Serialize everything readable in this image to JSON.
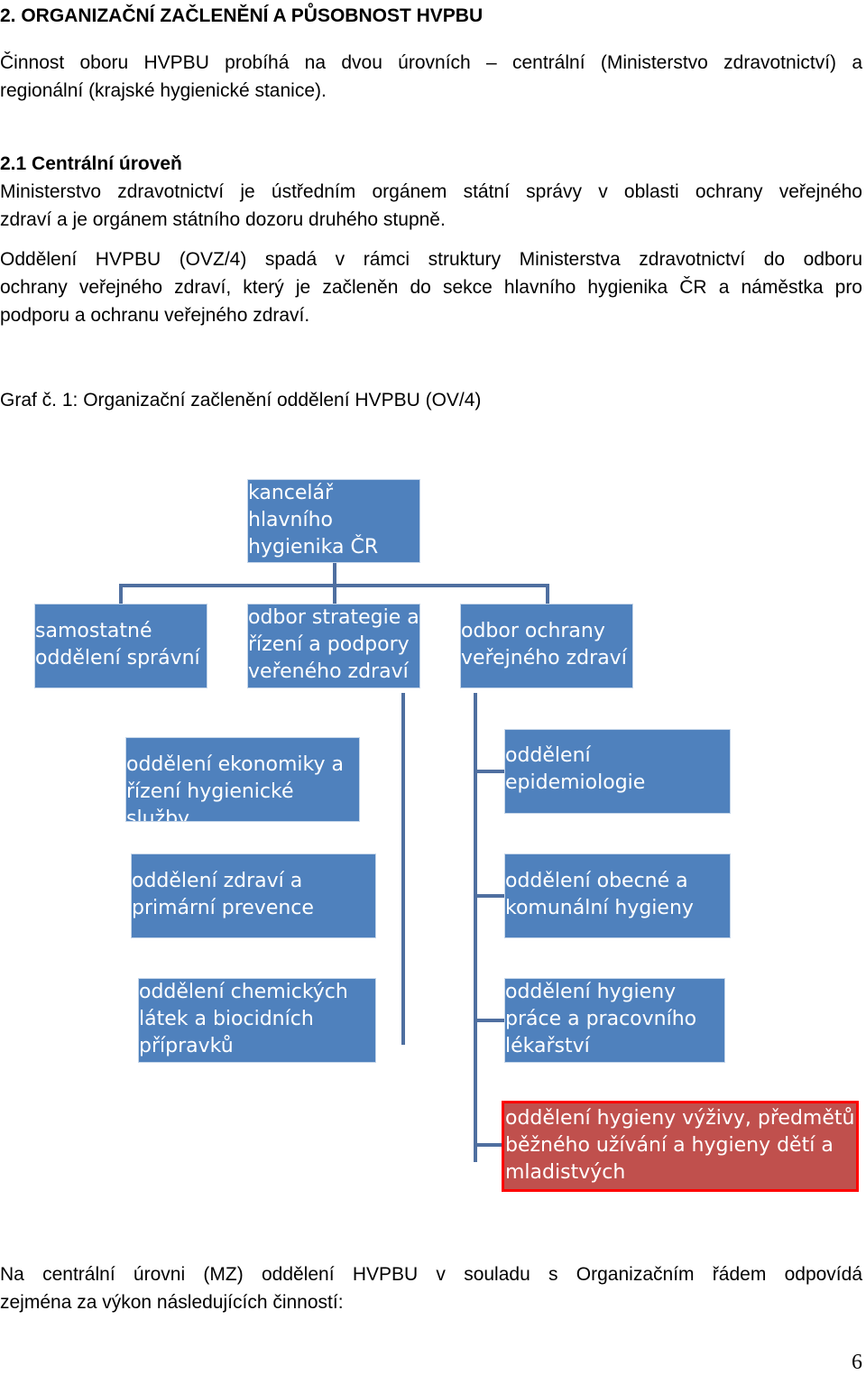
{
  "section_heading": "2. ORGANIZAČNÍ ZAČLENĚNÍ A PŮSOBNOST HVPBU",
  "intro": {
    "line1": "Činnost oboru HVPBU probíhá na dvou úrovních – centrální (Ministerstvo zdravotnictví) a",
    "line2": "regionální (krajské hygienické stanice)."
  },
  "subsection_heading": "2.1 Centrální úroveň",
  "para1": {
    "line1": "Ministerstvo zdravotnictví je ústředním orgánem státní správy v oblasti ochrany veřejného",
    "line2": "zdraví a je orgánem státního dozoru druhého stupně."
  },
  "para2": {
    "line1": "Oddělení HVPBU (OVZ/4) spadá v rámci struktury Ministerstva zdravotnictví do odboru",
    "line2": "ochrany veřejného zdraví, který je začleněn do sekce hlavního hygienika ČR a náměstka pro",
    "line3": "podporu a ochranu veřejného zdraví."
  },
  "figure_caption": "Graf č. 1: Organizační začlenění oddělení HVPBU (OV/4)",
  "org_chart": {
    "colors": {
      "box": "#4f81bd",
      "highlight": "#c0504d",
      "highlight_border": "#ff0000",
      "connector": "#4f6fa0"
    },
    "top": "kancelář\nhlavního\nhygienika ČR",
    "level2": {
      "admin": "samostatné\noddělení správní",
      "strategy": "odbor strategie a\nřízení a podpory\nveřeného zdraví",
      "protection": "odbor ochrany\nveřejného zdraví"
    },
    "strategy_units": [
      "oddělení ekonomiky a\nřízení hygienické služby",
      "oddělení zdraví a\nprimární prevence",
      "oddělení chemických\nlátek a biocidních\npřípravků"
    ],
    "protection_units": [
      "oddělení\nepidemiologie",
      "oddělení obecné a\nkomunální hygieny",
      "oddělení hygieny\npráce a pracovního\nlékařství",
      "oddělení hygieny výživy, předmětů\nběžného užívání a hygieny dětí a\nmladistvých"
    ]
  },
  "closing": {
    "line1": "Na centrální úrovni (MZ) oddělení HVPBU v souladu s Organizačním řádem odpovídá",
    "line2": "zejména za výkon následujících činností:"
  },
  "page_number": "6"
}
